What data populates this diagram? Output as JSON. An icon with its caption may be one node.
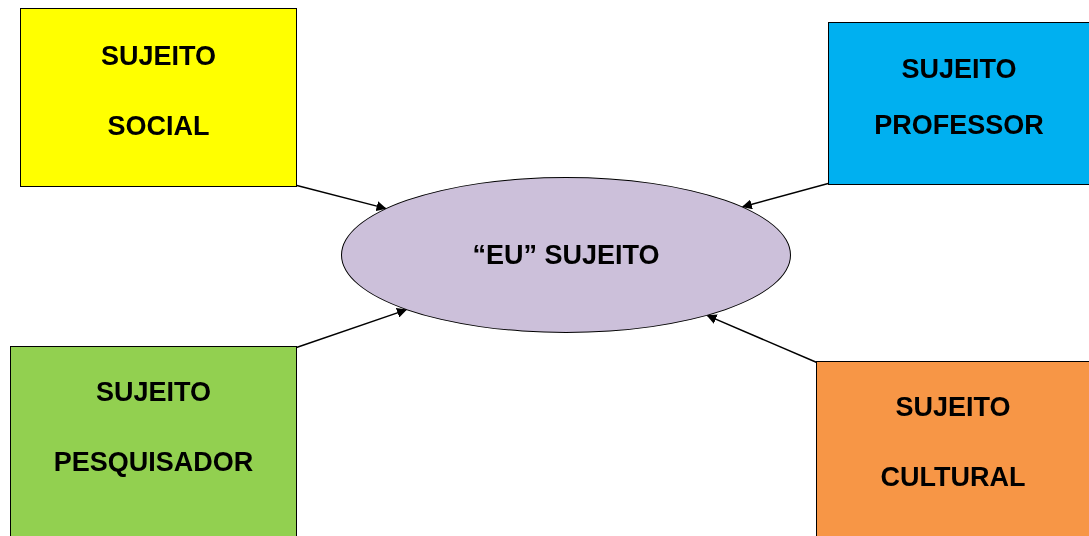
{
  "diagram": {
    "nodes": [
      {
        "text": [
          "SUJEITO SOCIAL"
        ]
      },
      {
        "text": [
          "SUJEITO PROFESSOR"
        ]
      },
      {
        "text": [
          "“EU” SUJEITO"
        ]
      },
      {
        "text": [
          "SUJEITO PESQUISADOR"
        ]
      },
      {
        "text": [
          "SUJEITO CULTURAL"
        ]
      }
    ],
    "edges": [
      {
        "from": 0,
        "to": 2,
        "arrow": "to"
      },
      {
        "from": 1,
        "to": 2,
        "arrow": "to"
      },
      {
        "from": 3,
        "to": 2,
        "arrow": "to"
      },
      {
        "from": 4,
        "to": 2,
        "arrow": "to"
      }
    ]
  }
}
